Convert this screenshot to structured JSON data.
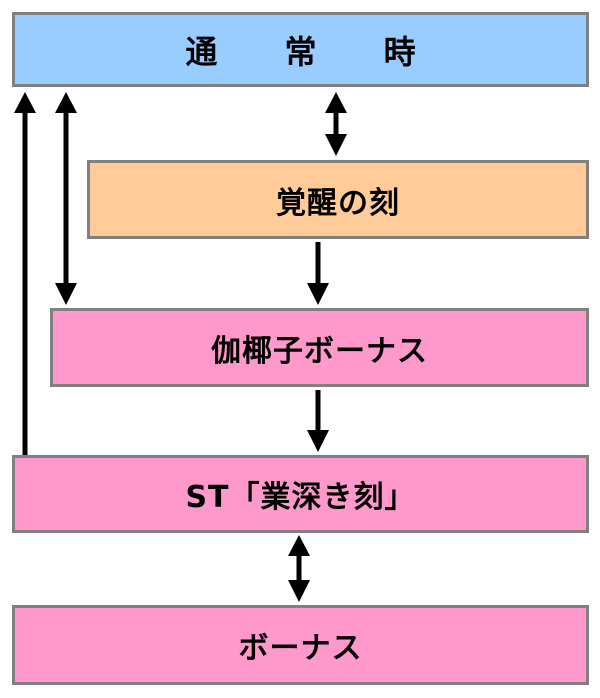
{
  "nodes": [
    {
      "id": "normal",
      "label": "通 常 時",
      "fill": "#99ccff"
    },
    {
      "id": "awakening",
      "label": "覚醒の刻",
      "fill": "#ffcc99"
    },
    {
      "id": "kayako",
      "label": "伽椰子ボーナス",
      "fill": "#ff99cc"
    },
    {
      "id": "st",
      "label": "ST「業深き刻」",
      "fill": "#ff99cc"
    },
    {
      "id": "bonus",
      "label": "ボーナス",
      "fill": "#ff99cc"
    }
  ],
  "edges": [
    {
      "from": "normal",
      "to": "awakening",
      "direction": "both"
    },
    {
      "from": "awakening",
      "to": "kayako",
      "direction": "forward"
    },
    {
      "from": "normal",
      "to": "kayako",
      "direction": "both"
    },
    {
      "from": "kayako",
      "to": "st",
      "direction": "forward"
    },
    {
      "from": "st",
      "to": "normal",
      "direction": "forward"
    },
    {
      "from": "st",
      "to": "bonus",
      "direction": "both"
    }
  ],
  "colors": {
    "border": "#808080",
    "arrow": "#000000"
  }
}
